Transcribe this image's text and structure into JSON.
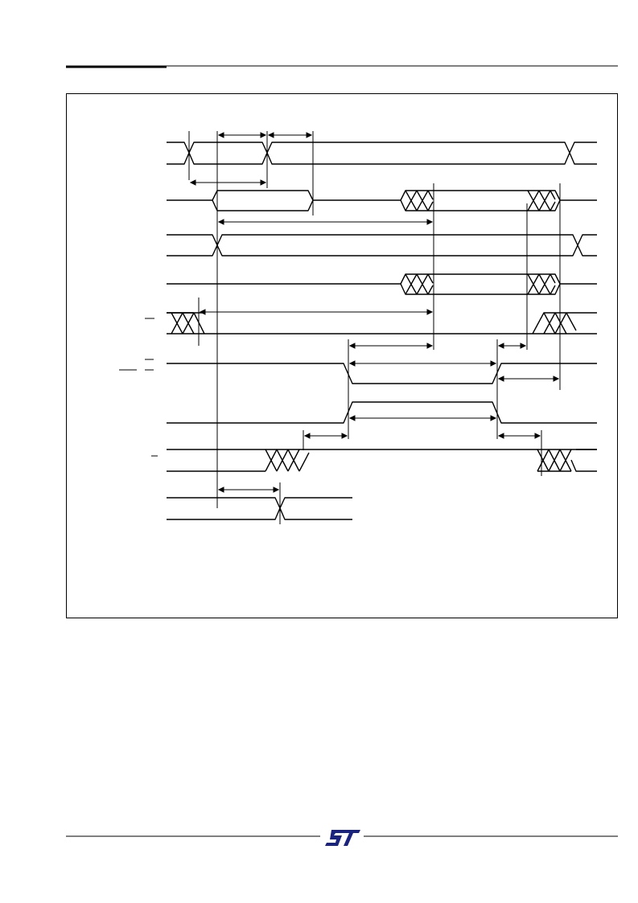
{
  "page": {
    "header_rule": true,
    "footer_logo": "st-logo"
  },
  "diagram": {
    "type": "timing-diagram",
    "signal_labels": [],
    "overbar_marks": 4,
    "colors": {
      "line": "#000000",
      "background": "#ffffff",
      "logo": "#1a237e"
    }
  }
}
